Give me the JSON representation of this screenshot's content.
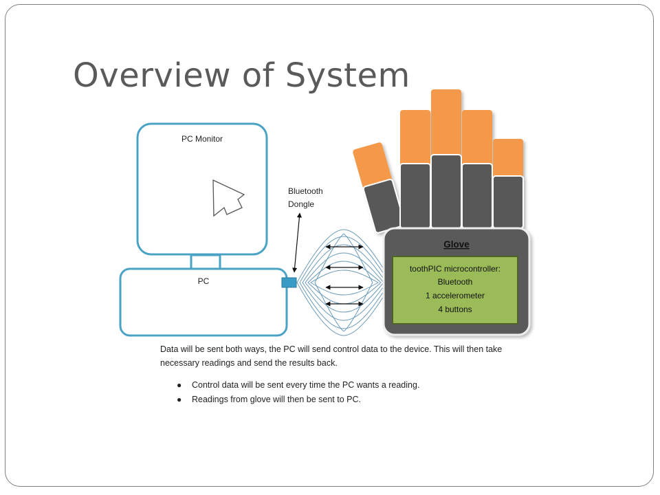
{
  "slide": {
    "title": "Overview of System"
  },
  "diagram": {
    "pc_monitor_label": "PC Monitor",
    "pc_label": "PC",
    "bluetooth_label_line1": "Bluetooth",
    "bluetooth_label_line2": "Dongle",
    "glove_label": "Glove",
    "glove_panel_lines": [
      "toothPIC microcontroller:",
      "Bluetooth",
      "1 accelerometer",
      "4 buttons"
    ],
    "colors": {
      "device_outline": "#4aa3c4",
      "dongle": "#3a9cc4",
      "finger_tip": "#f4994a",
      "finger_dark": "#595959",
      "glove_body": "#5a5a5a",
      "glove_panel": "#9bbb59",
      "glove_panel_border": "#4f6228"
    }
  },
  "caption": {
    "text": "Data will be sent both ways, the PC will send control data to the device. This will then take necessary readings and send the results back."
  },
  "bullets": [
    "Control data will be sent every time the PC wants a reading.",
    "Readings from glove will then be sent to PC."
  ]
}
